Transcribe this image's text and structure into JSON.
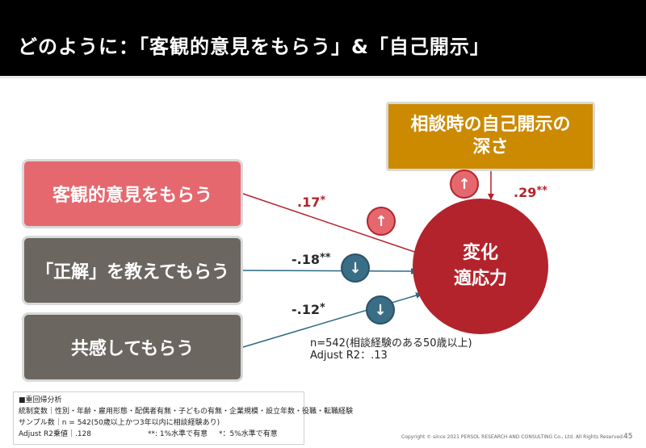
{
  "header": {
    "title": "どのように：「客観的意見をもらう」&「自己開示」"
  },
  "diagram": {
    "predictors": [
      {
        "label": "客観的意見をもらう",
        "coef": ".17",
        "sig": "*",
        "direction": "↑"
      },
      {
        "label": "「正解」を教えてもらう",
        "coef": "-.18",
        "sig": "**",
        "direction": "↓"
      },
      {
        "label": "共感してもらう",
        "coef": "-.12",
        "sig": "*",
        "direction": "↓"
      }
    ],
    "moderator": {
      "line1": "相談時の自己開示の",
      "line2": "深さ",
      "coef": ".29",
      "sig": "**",
      "direction": "↑"
    },
    "outcome": {
      "line1": "変化",
      "line2": "適応力"
    },
    "sample_note": "n=542(相談経験のある50歳以上)",
    "r2_note": "Adjust R2：.13"
  },
  "notes": {
    "title": "■重回帰分析",
    "controls": "統制変数｜性別・年齢・雇用形態・配偶者有無・子どもの有無・企業規模・設立年数・役職・転職経験",
    "sample": "サンプル数｜n = 542(50歳以上かつ3年以内に相談経験あり)",
    "r2": "Adjust R2乗値｜.128",
    "sig1": "**: 1%水準で有意",
    "sig5": "*：5%水準で有意"
  },
  "footer": {
    "copyright": "Copyright © since 2021 PERSOL RESEARCH AND CONSULTING Co., Ltd. All Rights Reserved.",
    "page": "45"
  },
  "colors": {
    "header_bg": "#000000",
    "positive": "#e5686f",
    "outcome": "#b3232b",
    "neutral_box": "#6b6760",
    "moderator": "#cc8a00",
    "negative_badge": "#3a6d86"
  }
}
